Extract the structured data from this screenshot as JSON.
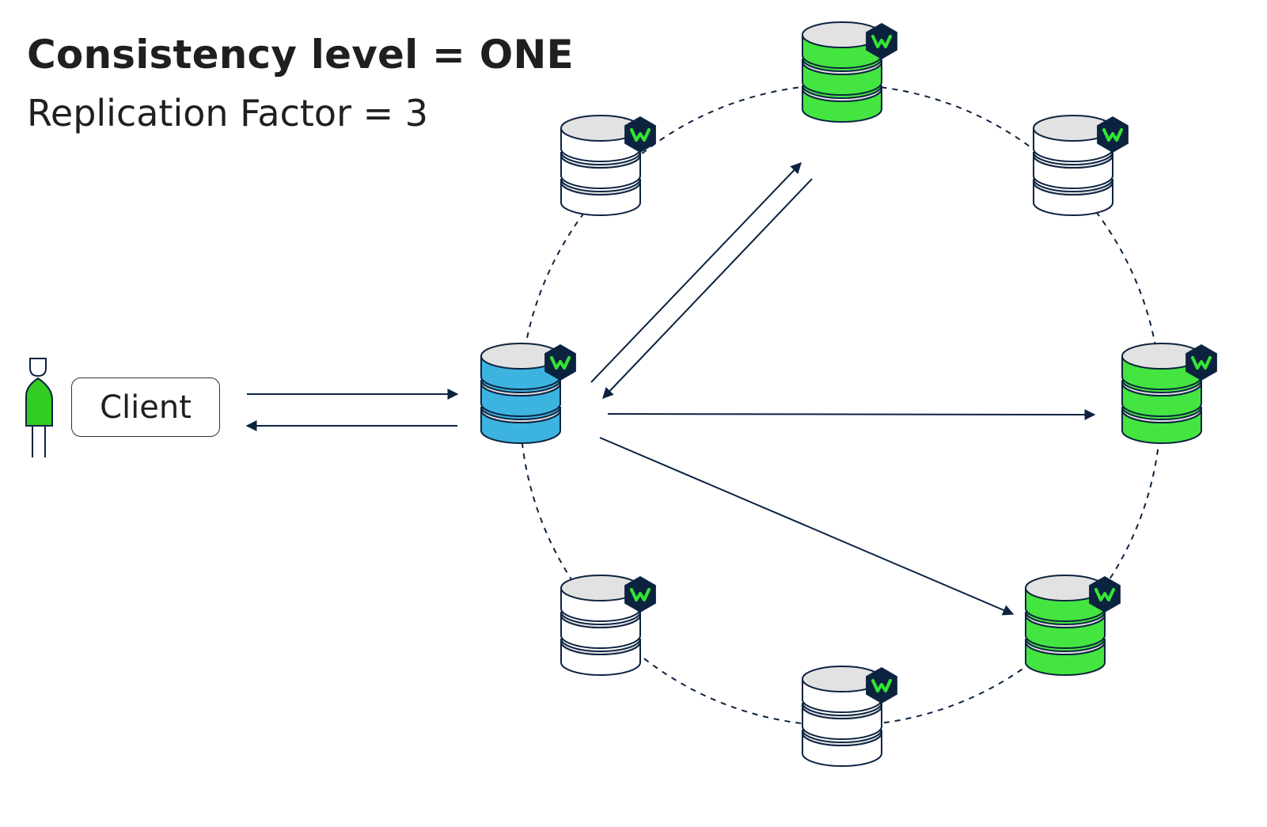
{
  "title": "Consistency level = ONE",
  "subtitle": "Replication Factor = 3",
  "client": {
    "label": "Client"
  },
  "colors": {
    "coordinator": "#3db3e0",
    "replica": "#44e540",
    "idle": "#ffffff",
    "cap": "#e2e2e2",
    "stroke": "#0c2340",
    "badge": "#0c2340",
    "badge_logo": "#33e533",
    "person": "#33cc22"
  },
  "icons": {
    "node": "database-stack-icon",
    "badge": "weaviate-hexagon-logo-icon",
    "client": "person-icon"
  },
  "nodes": [
    {
      "id": "node-top",
      "role": "replica"
    },
    {
      "id": "node-top-right",
      "role": "idle"
    },
    {
      "id": "node-right",
      "role": "replica"
    },
    {
      "id": "node-bottom-right",
      "role": "replica"
    },
    {
      "id": "node-bottom",
      "role": "idle"
    },
    {
      "id": "node-bottom-left",
      "role": "idle"
    },
    {
      "id": "node-left-coordinator",
      "role": "coordinator"
    },
    {
      "id": "node-top-left",
      "role": "idle"
    }
  ]
}
